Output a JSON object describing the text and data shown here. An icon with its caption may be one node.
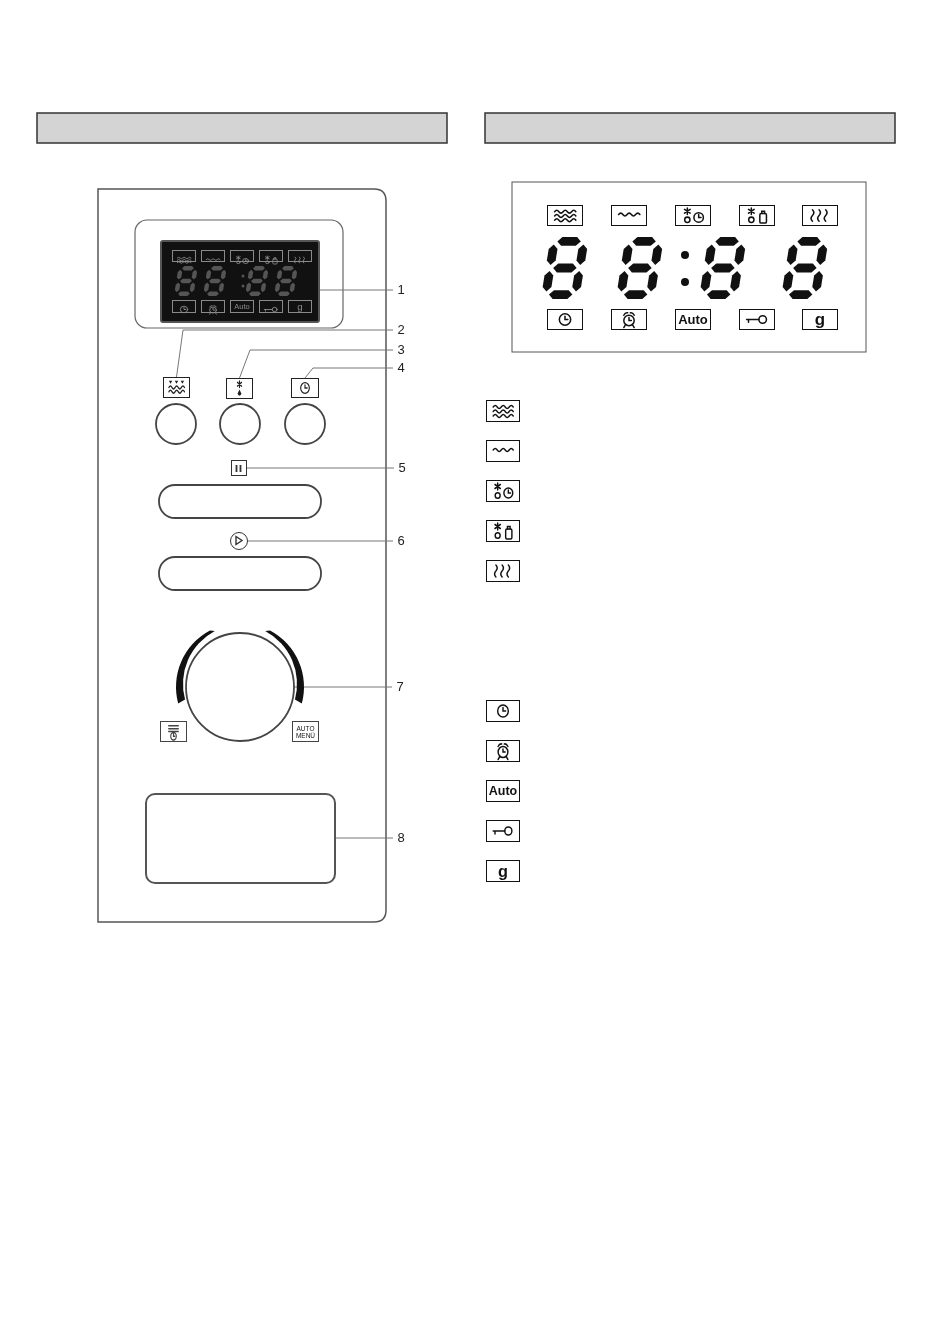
{
  "diagram": {
    "nodes": [
      {
        "text": [
          "1"
        ]
      },
      {
        "text": [],
        "shape": "box"
      },
      {
        "text": [
          "2"
        ]
      },
      {
        "text": [],
        "shape": "box"
      },
      {
        "text": [
          "3"
        ]
      },
      {
        "text": [],
        "shape": "box"
      },
      {
        "text": [
          "4"
        ]
      },
      {
        "text": [],
        "shape": "box"
      },
      {
        "text": [
          "5"
        ]
      },
      {
        "text": [],
        "shape": "box"
      },
      {
        "text": [
          "6"
        ]
      },
      {
        "text": [],
        "shape": "circle"
      },
      {
        "text": [
          "7"
        ]
      },
      {
        "text": [],
        "shape": "circle"
      },
      {
        "text": [
          "AUTO MENÜ"
        ]
      },
      {
        "text": [
          "8"
        ]
      },
      {
        "text": [],
        "shape": "box"
      }
    ],
    "edges": [
      {
        "from": 0,
        "to": 1,
        "arrow": "none"
      },
      {
        "from": 2,
        "to": 3,
        "arrow": "none"
      },
      {
        "from": 4,
        "to": 5,
        "arrow": "none"
      },
      {
        "from": 6,
        "to": 7,
        "arrow": "none"
      },
      {
        "from": 8,
        "to": 9,
        "arrow": "none"
      },
      {
        "from": 10,
        "to": 11,
        "arrow": "none"
      },
      {
        "from": 12,
        "to": 13,
        "arrow": "none"
      },
      {
        "from": 15,
        "to": 16,
        "arrow": "none"
      }
    ],
    "labels": [
      "Auto",
      "g",
      "Auto",
      "g",
      "Auto",
      "g"
    ]
  }
}
